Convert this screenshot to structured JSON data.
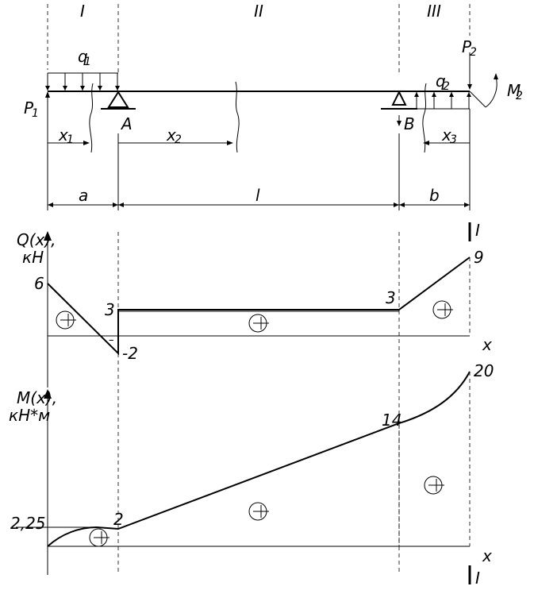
{
  "sections": {
    "s1": "I",
    "s2": "II",
    "s3": "III"
  },
  "loads": {
    "q1": "q",
    "q1_sub": "1",
    "q2": "q",
    "q2_sub": "2",
    "P1": "P",
    "P1_sub": "1",
    "P2": "P",
    "P2_sub": "2",
    "M2": "M",
    "M2_sub": "2"
  },
  "supports": {
    "A": "A",
    "B": "B"
  },
  "coords": {
    "x1": "x",
    "x1_sub": "1",
    "x2": "x",
    "x2_sub": "2",
    "x3": "x",
    "x3_sub": "3"
  },
  "dims": {
    "a": "a",
    "l": "l",
    "b": "b"
  },
  "q_diagram": {
    "axis_label_1": "Q(x),",
    "axis_label_2": "кН",
    "x_label": "x",
    "section_mark": "I",
    "values": [
      "6",
      "3",
      "-2",
      "3",
      "9"
    ],
    "minus": "–"
  },
  "m_diagram": {
    "axis_label_1": "M(x),",
    "axis_label_2": "кН*м",
    "x_label": "x",
    "section_mark": "I",
    "values": [
      "2,25",
      "2",
      "14",
      "20"
    ]
  }
}
